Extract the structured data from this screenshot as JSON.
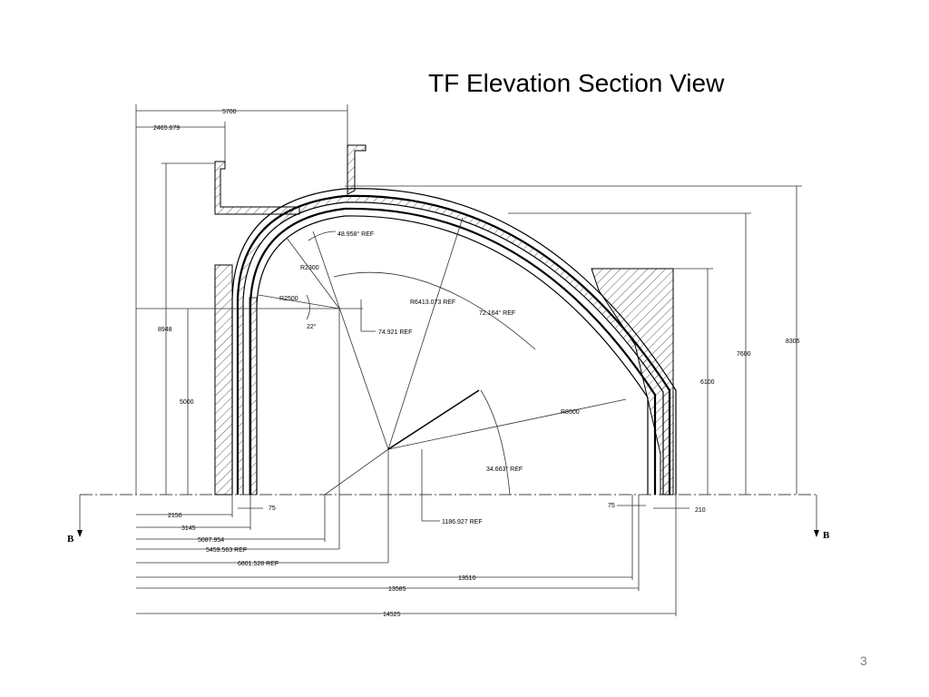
{
  "slide": {
    "title": "TF Elevation Section View",
    "page_number": "3"
  },
  "section_marks": {
    "left": "B",
    "right": "B"
  },
  "dimensions": {
    "top_width": "5700",
    "top_offset": "2465.679",
    "left_height_total": "8948",
    "left_height_straight": "5000",
    "right_height_outer": "8305",
    "right_height_mid": "7600",
    "right_height_block": "6100",
    "angle_48": "48.958°   REF",
    "radius_2300": "R2300",
    "radius_2500": "R2500",
    "angle_22": "22°",
    "offset_74": "74.921 REF",
    "radius_6413": "R6413.073   REF",
    "angle_72": "72.164°   REF",
    "radius_8500": "R8500",
    "angle_34": "34.663°   REF",
    "offset_1186": "1186.927 REF",
    "thk_left": "75",
    "thk_right": "75",
    "thk_210": "210",
    "h_2150": "2150",
    "h_3145": "3145",
    "h_5087": "5087.954",
    "h_5459": "5459.563 REF",
    "h_6801": "6801.528 REF",
    "h_13510": "13510",
    "h_13585": "13585",
    "h_14525": "14525"
  }
}
